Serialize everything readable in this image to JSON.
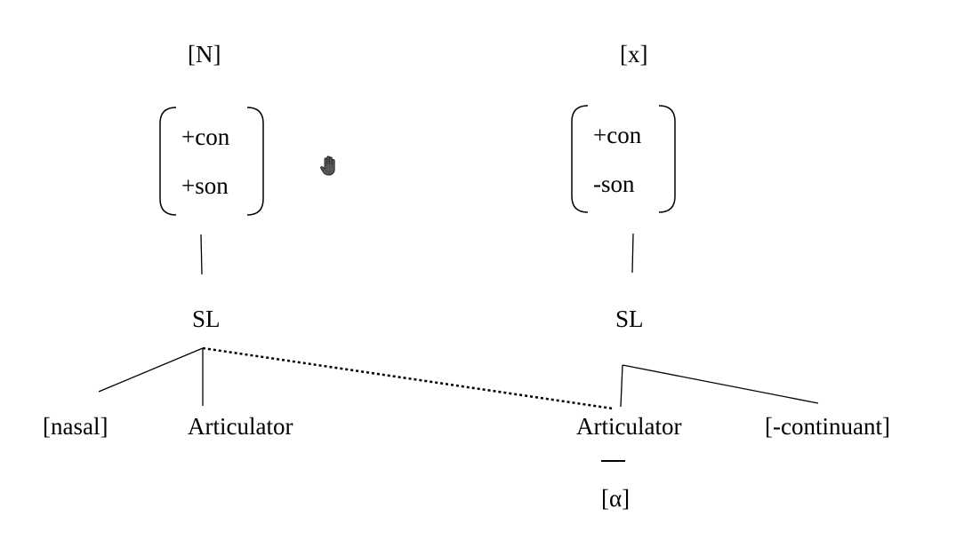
{
  "left_tree": {
    "segment": "[N]",
    "features": [
      "+con",
      "+son"
    ],
    "node": "SL",
    "children": [
      "[nasal]",
      "Articulator"
    ]
  },
  "right_tree": {
    "segment": "[x]",
    "features": [
      "+con",
      "-son"
    ],
    "node": "SL",
    "children": [
      "Articulator",
      "[-continuant]"
    ],
    "articulator_value": "[α]"
  },
  "cursor": {
    "icon": "hand-cursor-icon"
  }
}
